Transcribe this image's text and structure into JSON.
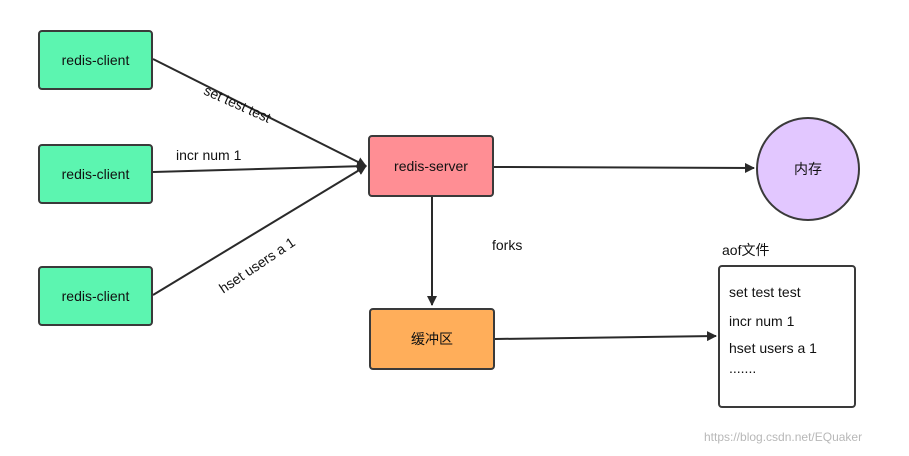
{
  "clients": [
    {
      "label": "redis-client"
    },
    {
      "label": "redis-client"
    },
    {
      "label": "redis-client"
    }
  ],
  "server": {
    "label": "redis-server"
  },
  "memory": {
    "label": "内存"
  },
  "buffer": {
    "label": "缓冲区"
  },
  "edges": {
    "client1_to_server": "set test test",
    "client2_to_server": "incr num 1",
    "client3_to_server": "hset users a 1",
    "server_to_buffer": "forks"
  },
  "aof_file": {
    "title": "aof文件",
    "lines": [
      "set test test",
      "incr num 1",
      "hset users a 1",
      "......."
    ]
  },
  "watermark": "https://blog.csdn.net/EQuaker",
  "colors": {
    "client_fill": "#5cf5b0",
    "server_fill": "#ff8e94",
    "buffer_fill": "#ffae5a",
    "memory_fill": "#e2c7ff",
    "stroke": "#3a3a3a"
  }
}
